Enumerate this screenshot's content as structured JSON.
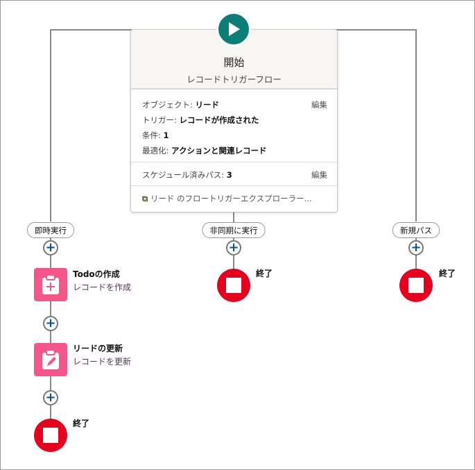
{
  "start": {
    "title": "開始",
    "subtitle": "レコードトリガーフロー",
    "object_label": "オブジェクト:",
    "object_value": "リード",
    "trigger_label": "トリガー:",
    "trigger_value": "レコードが作成された",
    "condition_label": "条件:",
    "condition_value": "1",
    "optimize_label": "最適化:",
    "optimize_value": "アクションと関連レコード",
    "edit": "編集",
    "scheduled_label": "スケジュール済みパス:",
    "scheduled_value": "3",
    "explorer_link": "リード のフロートリガーエクスプローラー..."
  },
  "paths": [
    {
      "label": "即時実行",
      "elements": [
        {
          "title": "Todoの作成",
          "subtitle": "レコードを作成"
        },
        {
          "title": "リードの更新",
          "subtitle": "レコードを更新"
        }
      ],
      "end": "終了"
    },
    {
      "label": "非同期に実行",
      "end": "終了"
    },
    {
      "label": "新規パス",
      "end": "終了"
    }
  ],
  "colors": {
    "start": "#0b7f77",
    "action": "#f4568a",
    "end": "#e5001e"
  }
}
